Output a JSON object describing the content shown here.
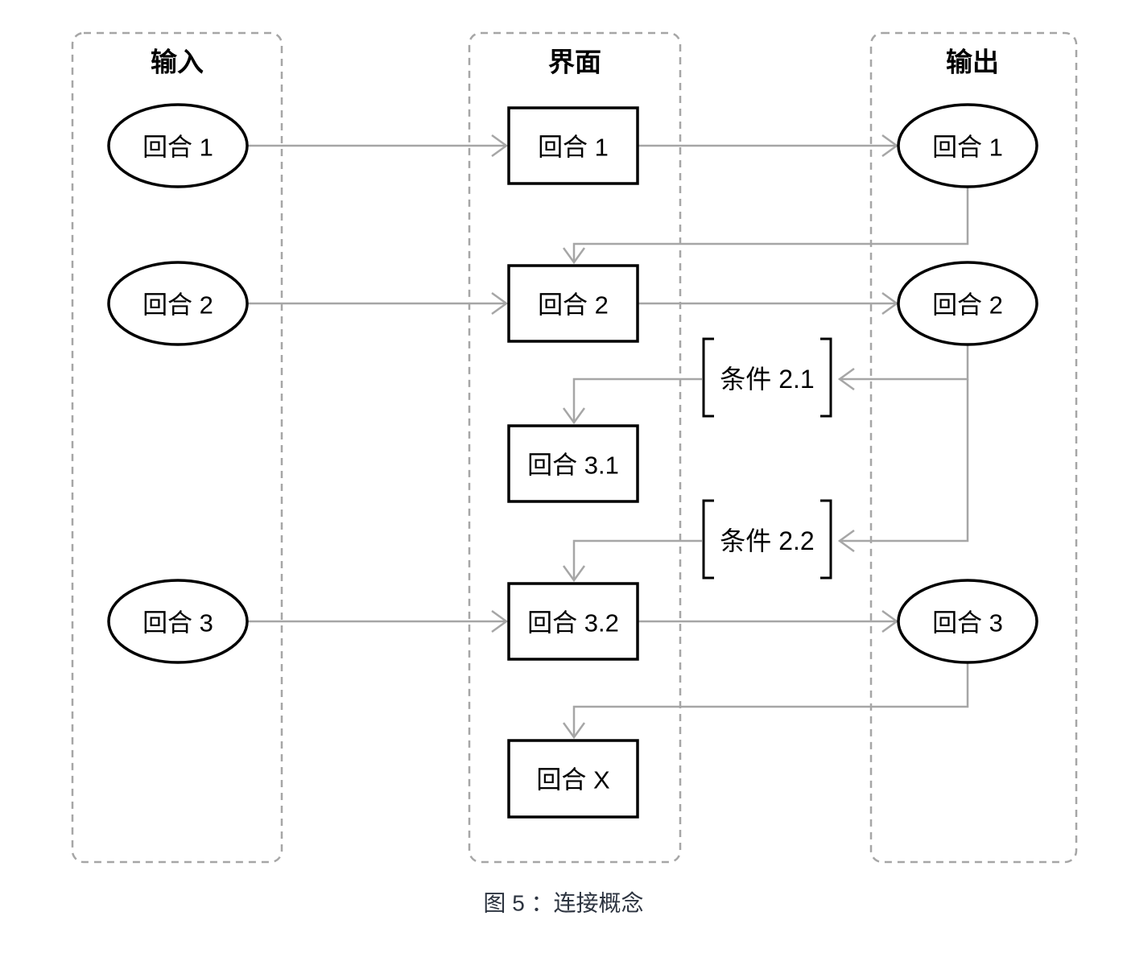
{
  "figure": {
    "caption": "图 5 ：连接概念"
  },
  "columns": [
    {
      "id": "input",
      "title": "输入"
    },
    {
      "id": "interface",
      "title": "界面"
    },
    {
      "id": "output",
      "title": "输出"
    }
  ],
  "nodes": {
    "input_round_1": {
      "label": "回合 1",
      "shape": "ellipse"
    },
    "input_round_2": {
      "label": "回合 2",
      "shape": "ellipse"
    },
    "input_round_3": {
      "label": "回合 3",
      "shape": "ellipse"
    },
    "ui_round_1": {
      "label": "回合 1",
      "shape": "rect"
    },
    "ui_round_2": {
      "label": "回合 2",
      "shape": "rect"
    },
    "ui_round_3_1": {
      "label": "回合 3.1",
      "shape": "rect"
    },
    "ui_round_3_2": {
      "label": "回合 3.2",
      "shape": "rect"
    },
    "ui_round_x": {
      "label": "回合 X",
      "shape": "rect"
    },
    "output_round_1": {
      "label": "回合 1",
      "shape": "ellipse"
    },
    "output_round_2": {
      "label": "回合 2",
      "shape": "ellipse"
    },
    "output_round_3": {
      "label": "回合 3",
      "shape": "ellipse"
    },
    "condition_2_1": {
      "label": "条件 2.1",
      "shape": "bracket"
    },
    "condition_2_2": {
      "label": "条件 2.2",
      "shape": "bracket"
    }
  },
  "edges": [
    {
      "from": "input_round_1",
      "to": "ui_round_1"
    },
    {
      "from": "ui_round_1",
      "to": "output_round_1"
    },
    {
      "from": "output_round_1",
      "to": "ui_round_2"
    },
    {
      "from": "input_round_2",
      "to": "ui_round_2"
    },
    {
      "from": "ui_round_2",
      "to": "output_round_2"
    },
    {
      "from": "output_round_2",
      "to": "condition_2_1"
    },
    {
      "from": "output_round_2",
      "to": "condition_2_2"
    },
    {
      "from": "condition_2_1",
      "to": "ui_round_3_1"
    },
    {
      "from": "condition_2_2",
      "to": "ui_round_3_2"
    },
    {
      "from": "input_round_3",
      "to": "ui_round_3_2"
    },
    {
      "from": "ui_round_3_2",
      "to": "output_round_3"
    },
    {
      "from": "output_round_3",
      "to": "ui_round_x"
    }
  ],
  "colors": {
    "shape_stroke": "#000000",
    "connector": "#a6a6a6",
    "column_border": "#a6a6a6",
    "caption_text": "#2d3440",
    "background": "#ffffff"
  }
}
